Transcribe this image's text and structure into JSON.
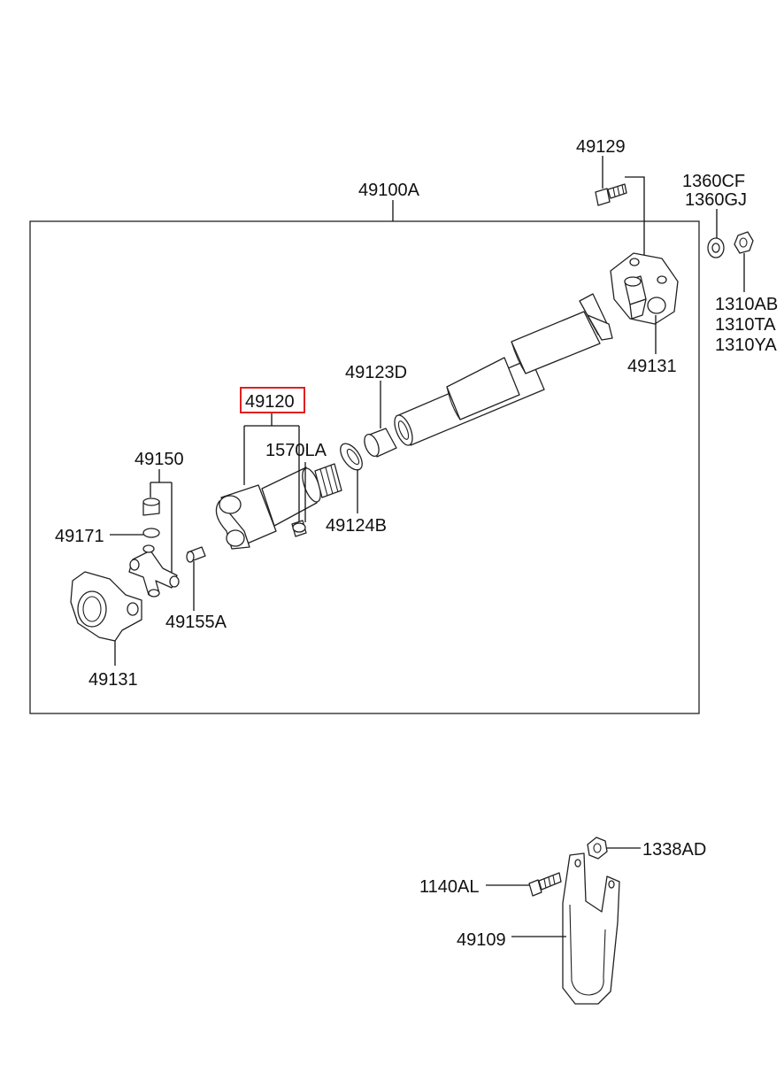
{
  "labels": {
    "assembly": "49100A",
    "bolt_top": "49129",
    "washer_a": "1360CF",
    "washer_b": "1360GJ",
    "nut_a": "1310AB",
    "nut_b": "1310TA",
    "nut_c": "1310YA",
    "flange_right": "49131",
    "bearing_top": "49123D",
    "highlighted_part": "49120",
    "grease_fitting": "1570LA",
    "seal": "49124B",
    "joint_kit": "49150",
    "snap_ring": "49171",
    "nipple": "49155A",
    "flange_left": "49131",
    "nut_bottom": "1338AD",
    "bolt_bottom": "1140AL",
    "guard": "49109"
  },
  "colors": {
    "highlight": "#e02020",
    "line": "#222222"
  }
}
